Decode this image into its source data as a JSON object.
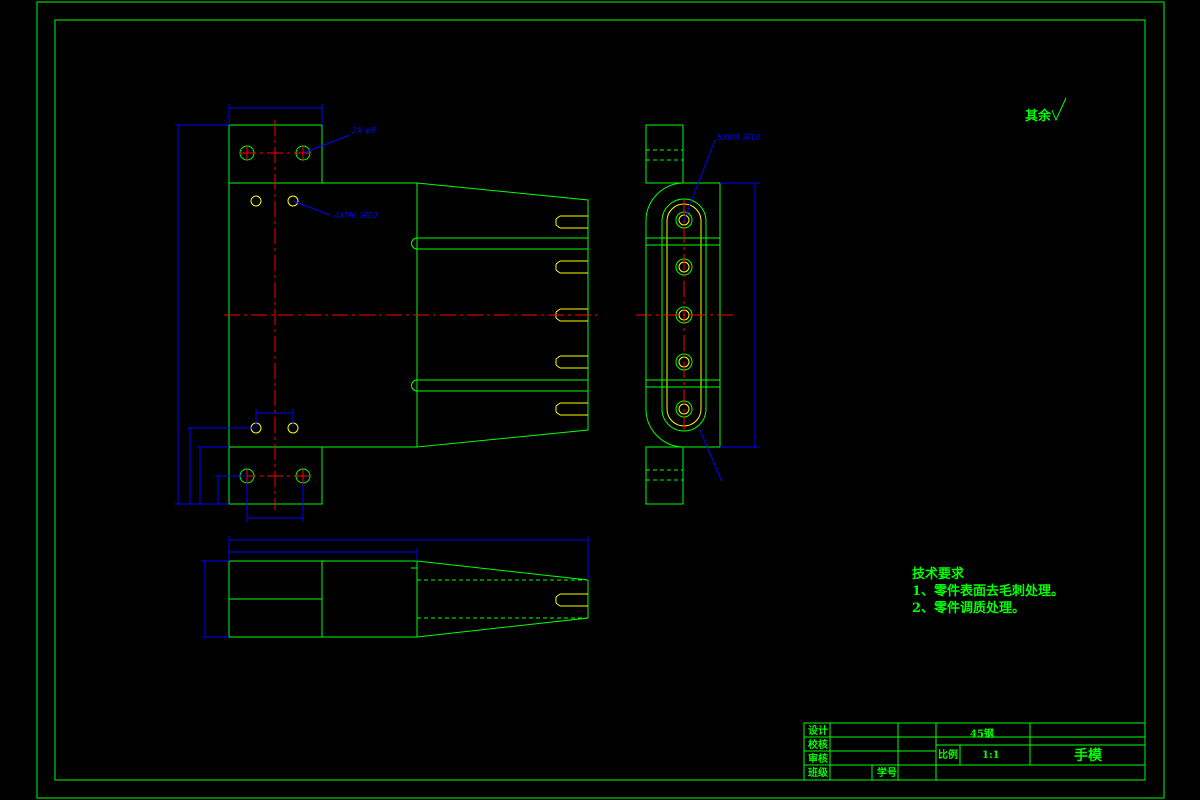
{
  "notes": {
    "heading": "技术要求",
    "line1": "1、零件表面去毛刺处理。",
    "line2": "2、零件调质处理。"
  },
  "roughness": {
    "label": "其余"
  },
  "dims": {
    "hole_top": "2X φ8",
    "hole_mid": "4XM6 深10",
    "slot": "5XM8 深10"
  },
  "title_block": {
    "row1_label": "设计",
    "row2_label": "校核",
    "row3_label": "审核",
    "row4_label": "班级",
    "row4_mid_label": "学号",
    "material": "45钢",
    "scale_label": "比例",
    "scale_value": "1:1",
    "part_name": "手模"
  },
  "colors": {
    "outline": "#00ff00",
    "dimension": "#0000ff",
    "centerline": "#ff0000",
    "thread": "#ffff00"
  }
}
